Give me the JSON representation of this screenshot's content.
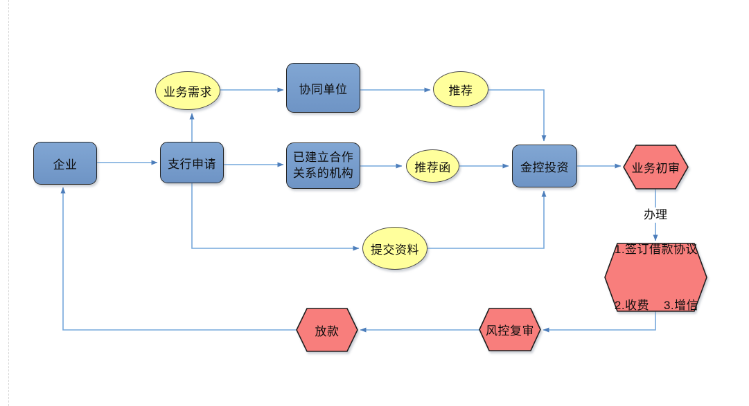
{
  "colors": {
    "node_blue": "#7398C8",
    "node_yellow": "#FFFF9C",
    "node_red": "#F87E7B",
    "connector_line": "#74A7DB",
    "arrowhead": "#4D7EBB",
    "text": "#0D0D0D",
    "page_edge_dash": "#D8D8D8"
  },
  "nodes": {
    "enterprise": {
      "label": "企业"
    },
    "branch_application": {
      "label": "支行申请"
    },
    "business_demand": {
      "label": "业务需求"
    },
    "collaborating_unit": {
      "label": "协同单位"
    },
    "partner_institution": {
      "label_line1": "已建立合作",
      "label_line2": "关系的机构"
    },
    "recommendation": {
      "label": "推荐"
    },
    "recommendation_letter": {
      "label": "推荐函"
    },
    "submit_materials": {
      "label": "提交资料"
    },
    "jinkong_investment": {
      "label": "金控投资"
    },
    "business_preliminary_review": {
      "label": "业务初审"
    },
    "loan_agreement": {
      "label_line1": "1.签订借款协议",
      "label_line2": "2.收费    3.增信"
    },
    "risk_control_review": {
      "label": "风控复审"
    },
    "loan_disbursement": {
      "label": "放款"
    }
  },
  "edge_labels": {
    "process": "办理"
  }
}
